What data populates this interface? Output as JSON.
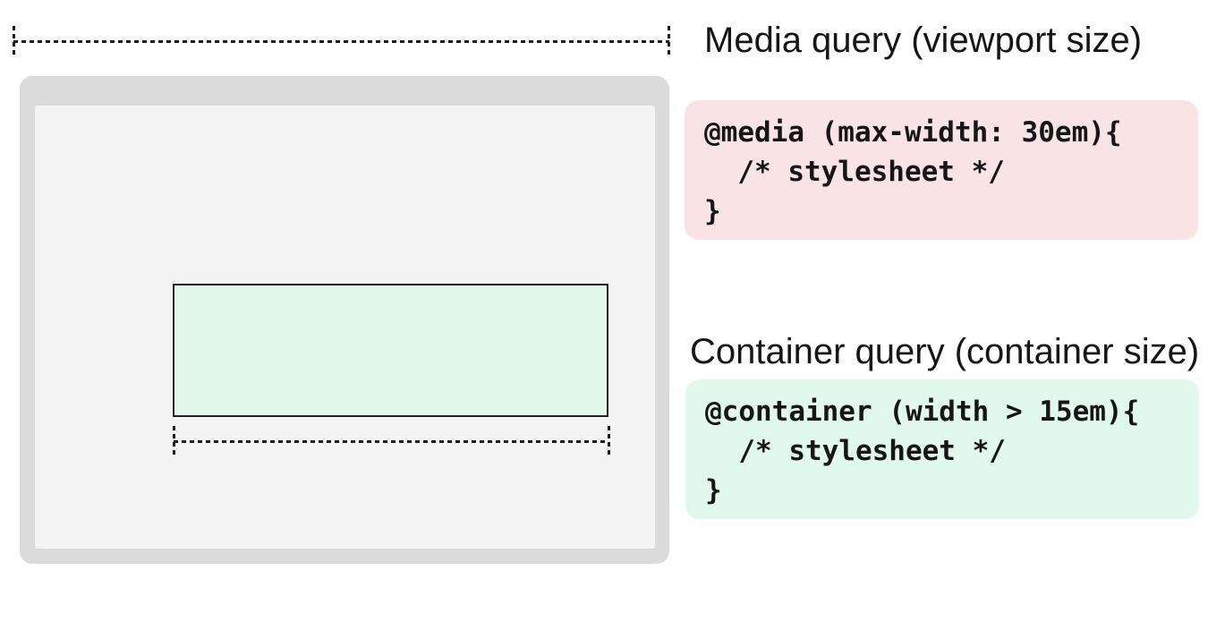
{
  "diagram": {
    "media": {
      "heading": "Media query (viewport size)",
      "code": [
        "@media (max-width: 30em){",
        "  /* stylesheet */",
        "}"
      ],
      "block_color": "#f8e3e5"
    },
    "container": {
      "heading": "Container query (container size)",
      "code": [
        "@container (width > 15em){",
        "  /* stylesheet */",
        "}"
      ],
      "block_color": "#e1f8ec"
    },
    "browser": {
      "frame_color": "#dbdbdb",
      "page_color": "#f4f4f4",
      "container_box_color": "#e1f8eb",
      "traffic_lights": [
        {
          "name": "close-light",
          "color": "#d14a2b"
        },
        {
          "name": "minimize-light",
          "color": "#e3a45b"
        },
        {
          "name": "zoom-light",
          "color": "#76c044"
        }
      ]
    },
    "ruler_color": "#1c1c1c"
  }
}
